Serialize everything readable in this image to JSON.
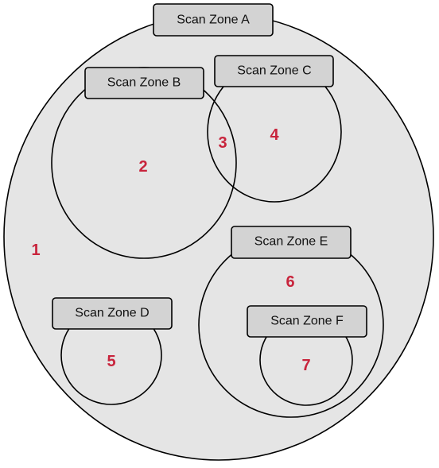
{
  "colors": {
    "outer_fill": "#e5e5e5",
    "stroke": "#000000",
    "label_fill": "#d3d3d3",
    "number_color": "#c8243c"
  },
  "zones": {
    "a": "Scan Zone A",
    "b": "Scan Zone B",
    "c": "Scan Zone C",
    "d": "Scan Zone D",
    "e": "Scan Zone E",
    "f": "Scan Zone F"
  },
  "regions": {
    "r1": "1",
    "r2": "2",
    "r3": "3",
    "r4": "4",
    "r5": "5",
    "r6": "6",
    "r7": "7"
  }
}
